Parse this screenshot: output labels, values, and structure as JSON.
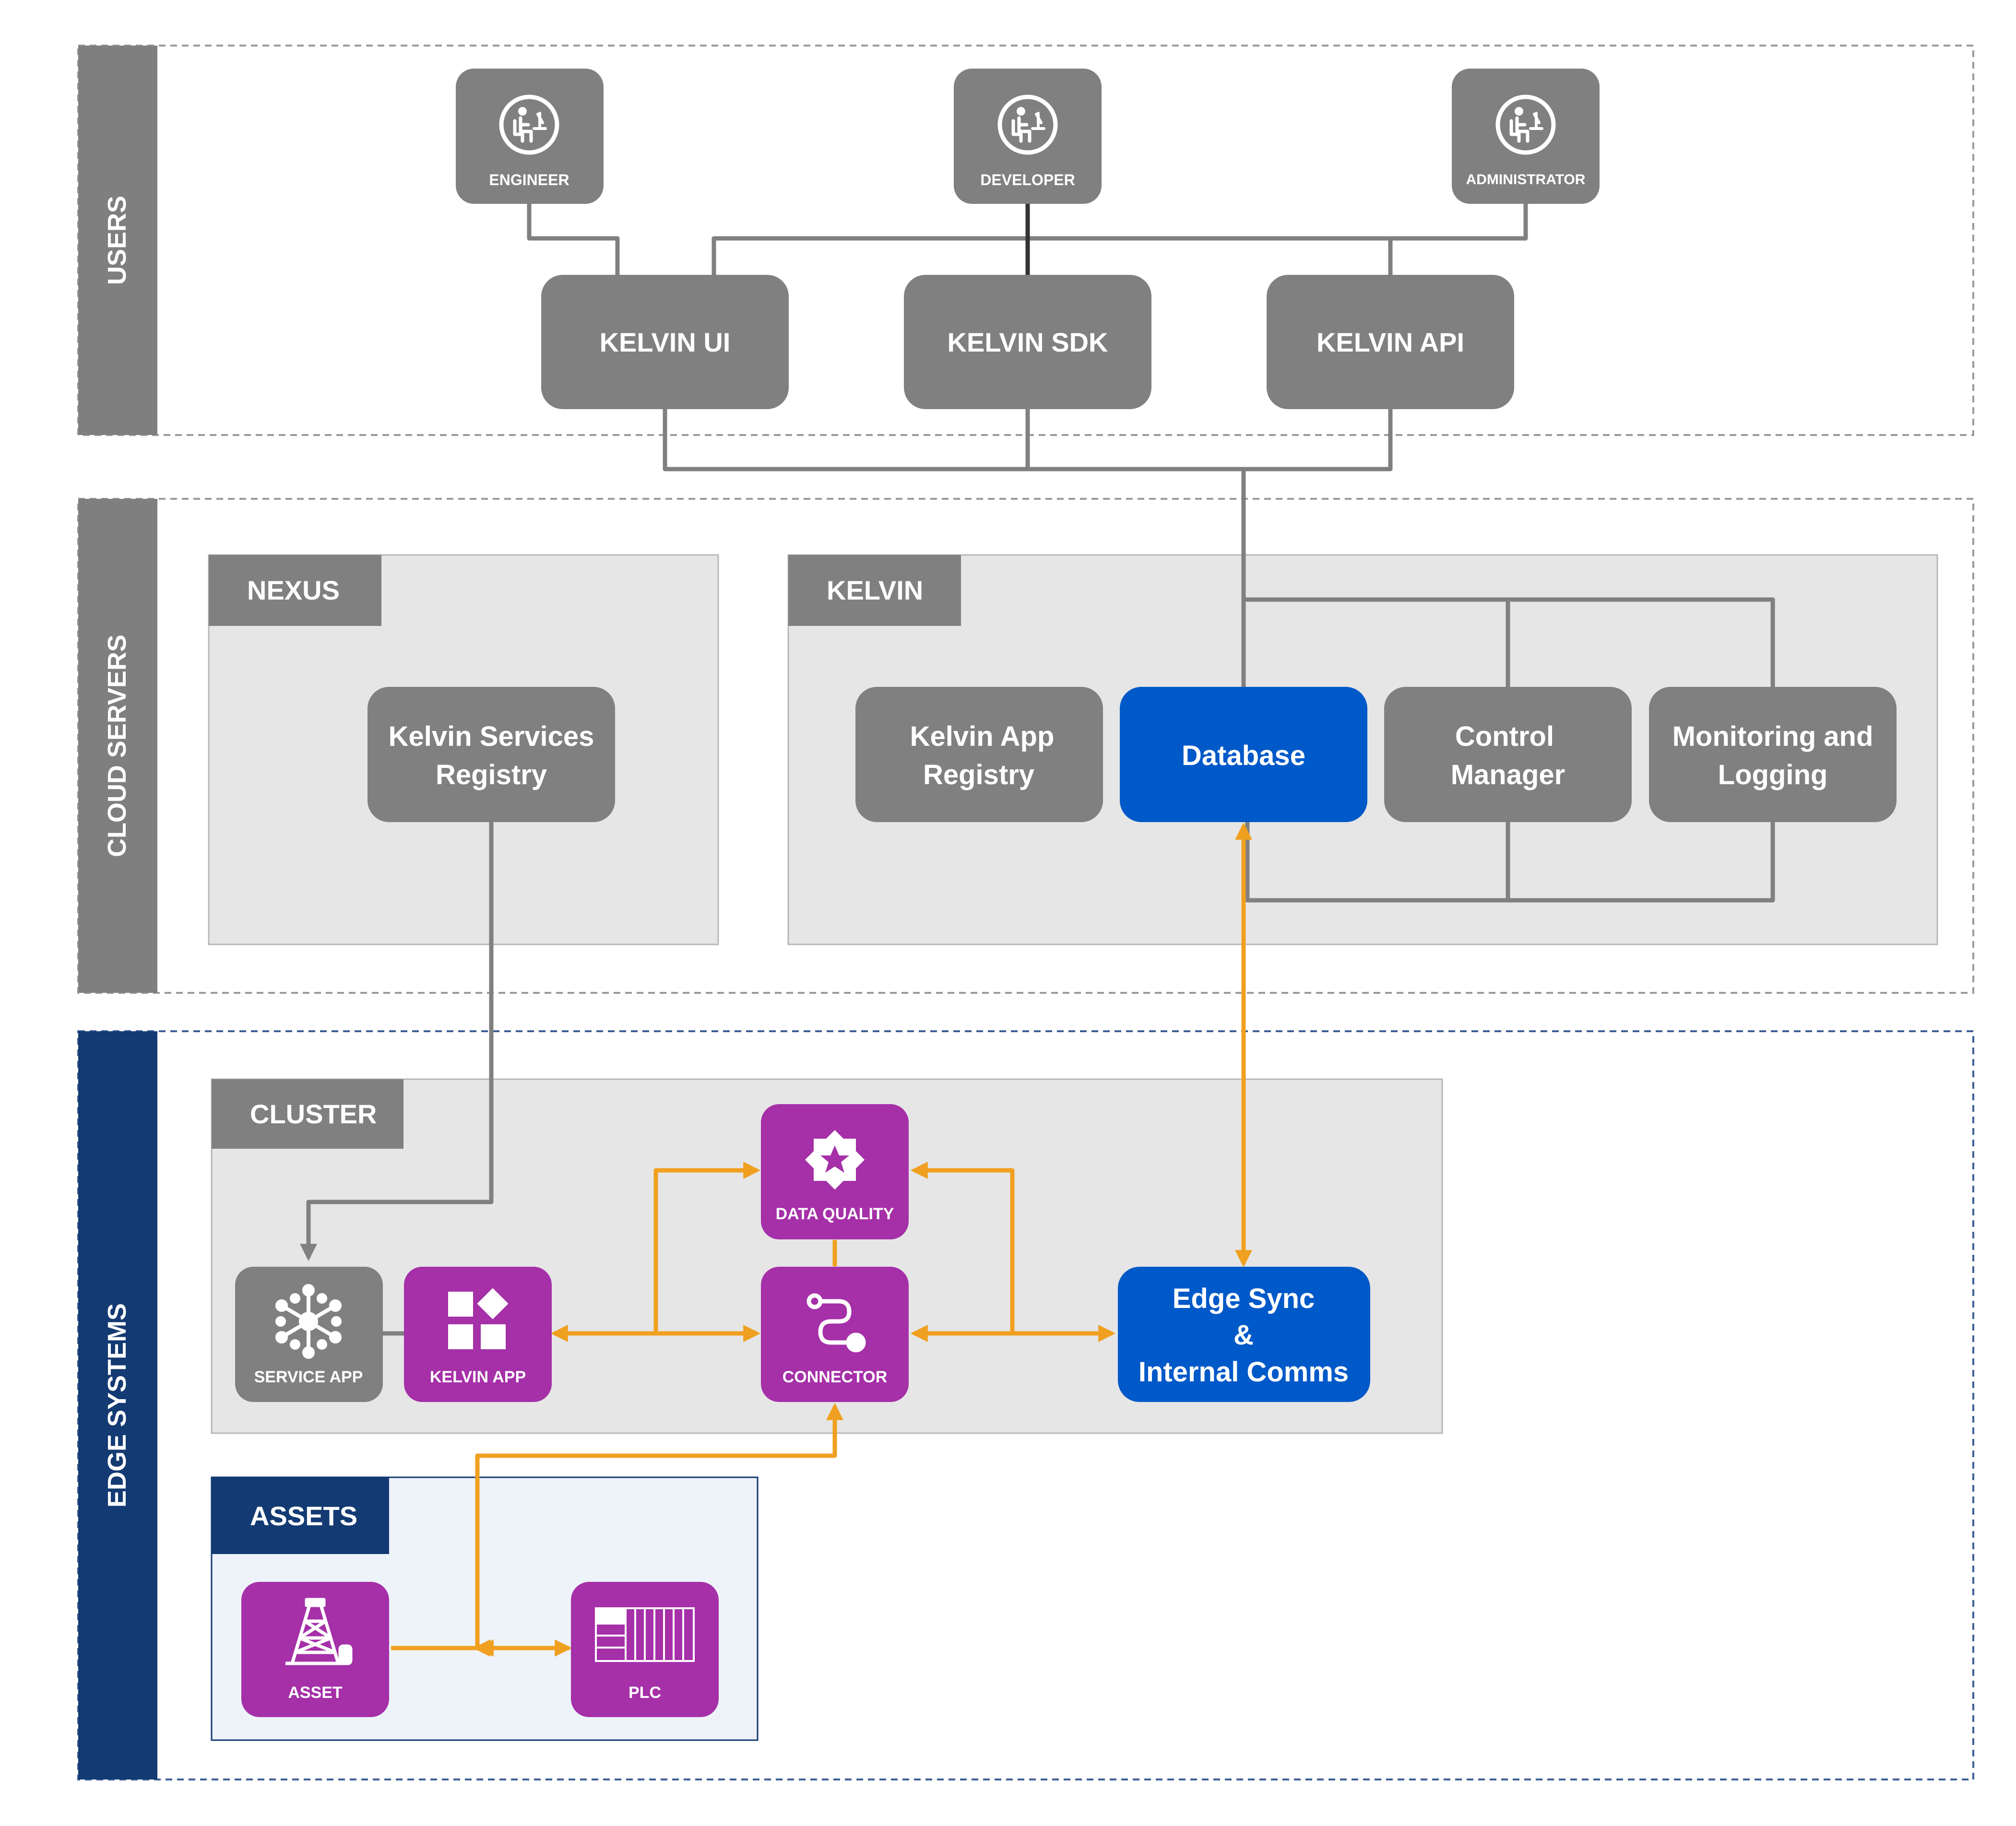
{
  "lanes": {
    "users": "USERS",
    "cloud": "CLOUD SERVERS",
    "edge": "EDGE SYSTEMS"
  },
  "users": {
    "engineer": "ENGINEER",
    "developer": "DEVELOPER",
    "administrator": "ADMINISTRATOR"
  },
  "interfaces": {
    "ui": "KELVIN UI",
    "sdk": "KELVIN SDK",
    "api": "KELVIN API"
  },
  "nexus": {
    "title": "NEXUS",
    "registry": [
      "Kelvin Services",
      "Registry"
    ]
  },
  "kelvin": {
    "title": "KELVIN",
    "app_registry": [
      "Kelvin App",
      "Registry"
    ],
    "database": "Database",
    "control_manager": [
      "Control",
      "Manager"
    ],
    "monitoring": [
      "Monitoring and",
      "Logging"
    ]
  },
  "cluster": {
    "title": "CLUSTER",
    "service_app": "SERVICE APP",
    "kelvin_app": "KELVIN APP",
    "data_quality": "DATA QUALITY",
    "connector": "CONNECTOR",
    "edge_sync": [
      "Edge Sync",
      "&",
      "Internal Comms"
    ]
  },
  "assets": {
    "title": "ASSETS",
    "asset": "ASSET",
    "plc": "PLC"
  },
  "colors": {
    "gray_box": "#808080",
    "lane_gray": "#7f7f7f",
    "lane_navy": "#133a72",
    "blue": "#0059c8",
    "purple": "#a530a8",
    "orange": "#f0a020",
    "panel": "#e6e6e6",
    "assets_panel": "#eef3f9"
  },
  "icons": {
    "user": "user-at-desk-icon",
    "service_app": "snowflake-hub-icon",
    "kelvin_app": "blocks-icon",
    "data_quality": "star-badge-icon",
    "connector": "route-icon",
    "asset": "oil-rig-icon",
    "plc": "plc-rack-icon"
  }
}
